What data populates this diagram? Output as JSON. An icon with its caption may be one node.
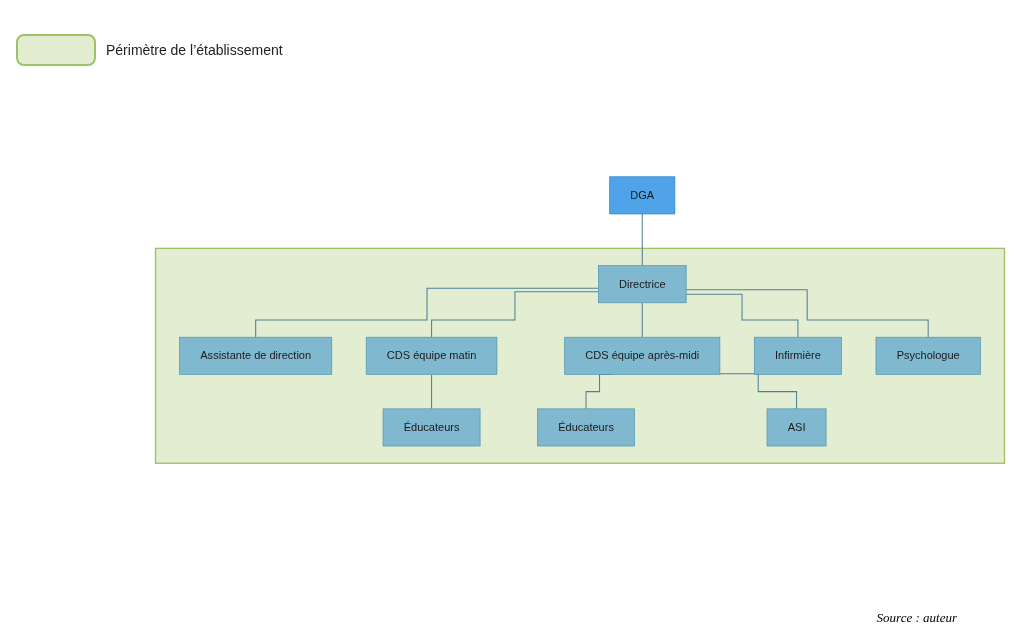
{
  "diagram": {
    "caption": "Source : auteur",
    "nodes": [
      {
        "text": [
          "DGA"
        ]
      },
      {
        "text": [],
        "shape": "box"
      },
      {
        "text": [
          "Directrice"
        ],
        "in": 1
      },
      {
        "text": [
          "Assistante de direction"
        ],
        "in": 1
      },
      {
        "text": [
          "CDS équipe matin"
        ],
        "in": 1
      },
      {
        "text": [
          "CDS équipe après-midi"
        ],
        "in": 1
      },
      {
        "text": [
          "Infirmière"
        ],
        "in": 1
      },
      {
        "text": [
          "Psychologue"
        ],
        "in": 1
      },
      {
        "text": [
          "Éducateurs"
        ],
        "in": 1
      },
      {
        "text": [
          "Éducateurs"
        ],
        "in": 1
      },
      {
        "text": [
          "ASI"
        ],
        "in": 1
      }
    ],
    "edges": [
      {
        "from": 0,
        "to": 2,
        "arrow": "none"
      },
      {
        "from": 2,
        "to": 3,
        "arrow": "none"
      },
      {
        "from": 2,
        "to": 4,
        "arrow": "none"
      },
      {
        "from": 2,
        "to": 5,
        "arrow": "none"
      },
      {
        "from": 2,
        "to": 6,
        "arrow": "none"
      },
      {
        "from": 2,
        "to": 7,
        "arrow": "none"
      },
      {
        "from": 4,
        "to": 8,
        "arrow": "none"
      },
      {
        "from": 5,
        "to": 9,
        "arrow": "none"
      },
      {
        "from": 5,
        "to": 10,
        "arrow": "none"
      }
    ],
    "legend": [
      {
        "text": "Périmètre de l’établissement",
        "color": "#e3edd2"
      }
    ]
  }
}
